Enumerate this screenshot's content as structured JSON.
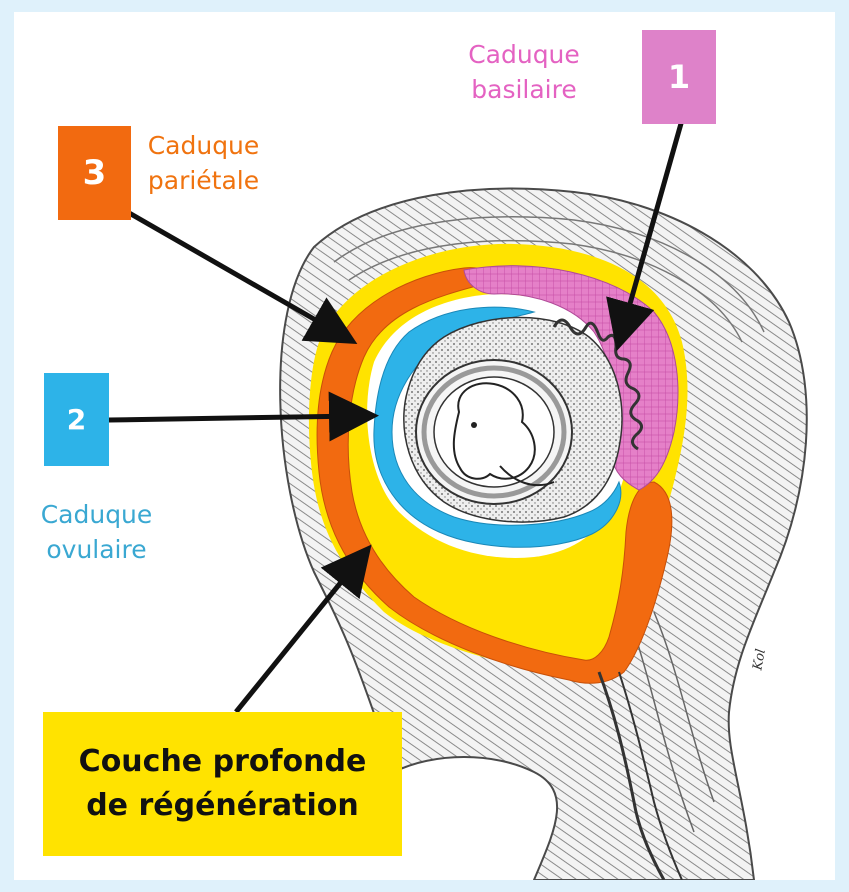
{
  "colors": {
    "background": "#dff1fb",
    "basilaire": "#e580c8",
    "ovulaire": "#2db3e8",
    "parietale": "#f26a10",
    "regeneration": "#ffe300",
    "uterus_wall": "#c8c8c8",
    "arrow": "#111111"
  },
  "labels": {
    "basilaire": {
      "number": "1",
      "line1": "Caduque",
      "line2": "basilaire",
      "color": "#e462c2",
      "badge_color": "#de82c9"
    },
    "ovulaire": {
      "number": "2",
      "line1": "Caduque",
      "line2": "ovulaire",
      "color": "#3aa8d2",
      "badge_color": "#2db3e8"
    },
    "parietale": {
      "number": "3",
      "line1": "Caduque",
      "line2": "pariétale",
      "color": "#f0730f",
      "badge_color": "#f26a10"
    }
  },
  "caption": {
    "line1": "Couche profonde",
    "line2": "de régénération"
  },
  "signature": "Kol"
}
